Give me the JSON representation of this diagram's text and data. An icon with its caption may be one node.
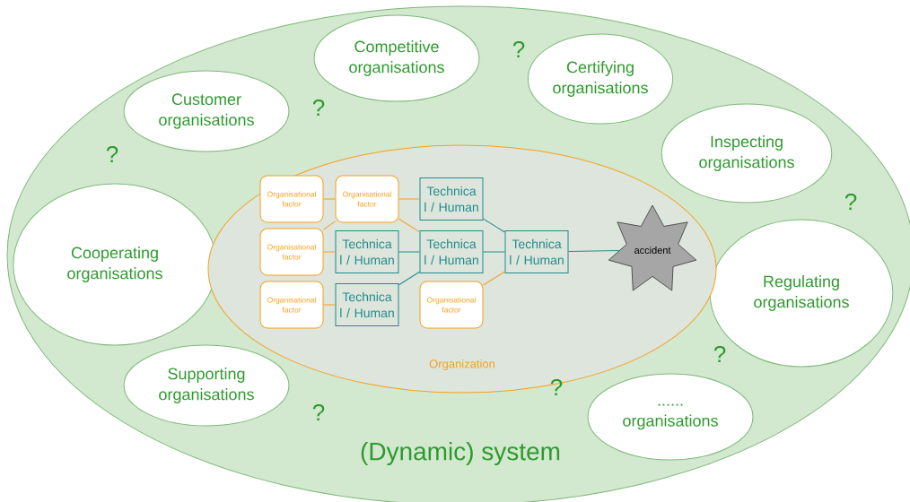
{
  "diagram": {
    "nodes": [
      {
        "text": [
          "(Dynamic) system"
        ]
      },
      {
        "text": [
          "Competitive organisations"
        ],
        "in": 0
      },
      {
        "text": [
          "Certifying organisations"
        ],
        "in": 0
      },
      {
        "text": [
          "Customer organisations"
        ],
        "in": 0
      },
      {
        "text": [
          "Inspecting organisations"
        ],
        "in": 0
      },
      {
        "text": [
          "Cooperating organisations"
        ],
        "in": 0
      },
      {
        "text": [
          "Regulating organisations"
        ],
        "in": 0
      },
      {
        "text": [
          "Supporting organisations"
        ],
        "in": 0
      },
      {
        "text": [
          "...... organisations"
        ],
        "in": 0
      },
      {
        "text": [
          "Organization"
        ],
        "in": 0
      },
      {
        "text": [
          "Organisational factor"
        ],
        "in": 9
      },
      {
        "text": [
          "Organisational factor"
        ],
        "in": 9
      },
      {
        "text": [
          "Technica l / Human"
        ],
        "in": 9
      },
      {
        "text": [
          "Organisational factor"
        ],
        "in": 9
      },
      {
        "text": [
          "Technica l / Human"
        ],
        "in": 9
      },
      {
        "text": [
          "Technica l / Human"
        ],
        "in": 9
      },
      {
        "text": [
          "Technica l / Human"
        ],
        "in": 9
      },
      {
        "text": [
          "accident"
        ],
        "in": 9
      },
      {
        "text": [
          "Organisational factor"
        ],
        "in": 9
      },
      {
        "text": [
          "Technica l / Human"
        ],
        "in": 9
      },
      {
        "text": [
          "Organisational factor"
        ],
        "in": 9
      }
    ],
    "edges": [
      {
        "from": 10,
        "to": 11,
        "arrow": "none"
      },
      {
        "from": 13,
        "to": 11,
        "arrow": "none"
      },
      {
        "from": 13,
        "to": 14,
        "arrow": "none"
      },
      {
        "from": 11,
        "to": 12,
        "arrow": "none"
      },
      {
        "from": 11,
        "to": 15,
        "arrow": "none"
      },
      {
        "from": 14,
        "to": 15,
        "arrow": "none",
        "color": "#1f8c8c"
      },
      {
        "from": 19,
        "to": 15,
        "arrow": "none",
        "color": "#1f8c8c"
      },
      {
        "from": 18,
        "to": 19,
        "arrow": "none"
      },
      {
        "from": 12,
        "to": 16,
        "arrow": "none",
        "color": "#1f8c8c"
      },
      {
        "from": 15,
        "to": 16,
        "arrow": "none",
        "color": "#1f8c8c"
      },
      {
        "from": 20,
        "to": 16,
        "arrow": "none"
      },
      {
        "from": 16,
        "to": 17,
        "arrow": "none",
        "color": "#1f8c8c"
      }
    ],
    "labels": [
      "?",
      "?",
      "?",
      "?",
      "?",
      "?",
      "?"
    ]
  }
}
